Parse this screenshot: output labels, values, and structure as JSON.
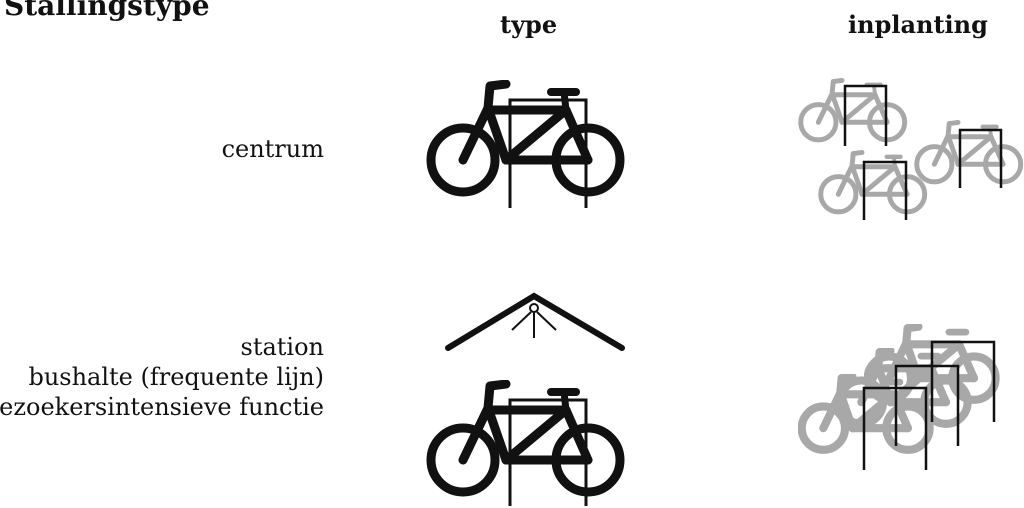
{
  "header": {
    "title": "Stallingstype",
    "col_type": "type",
    "col_inplanting": "inplanting"
  },
  "rows": [
    {
      "labels": [
        "centrum"
      ],
      "type_icons": [
        "bicycle-icon",
        "rack-icon"
      ],
      "inplanting_icons": [
        "bicycle-icon",
        "rack-icon"
      ]
    },
    {
      "labels": [
        "station",
        "bushalte (frequente lijn)",
        "bezoekersintensieve functie"
      ],
      "type_icons": [
        "roof-icon",
        "light-icon",
        "bicycle-icon",
        "rack-icon"
      ],
      "inplanting_icons": [
        "bicycle-icon",
        "rack-icon"
      ]
    }
  ],
  "colors": {
    "primary": "#111111",
    "faded_bicycle": "#a8a8a8"
  }
}
